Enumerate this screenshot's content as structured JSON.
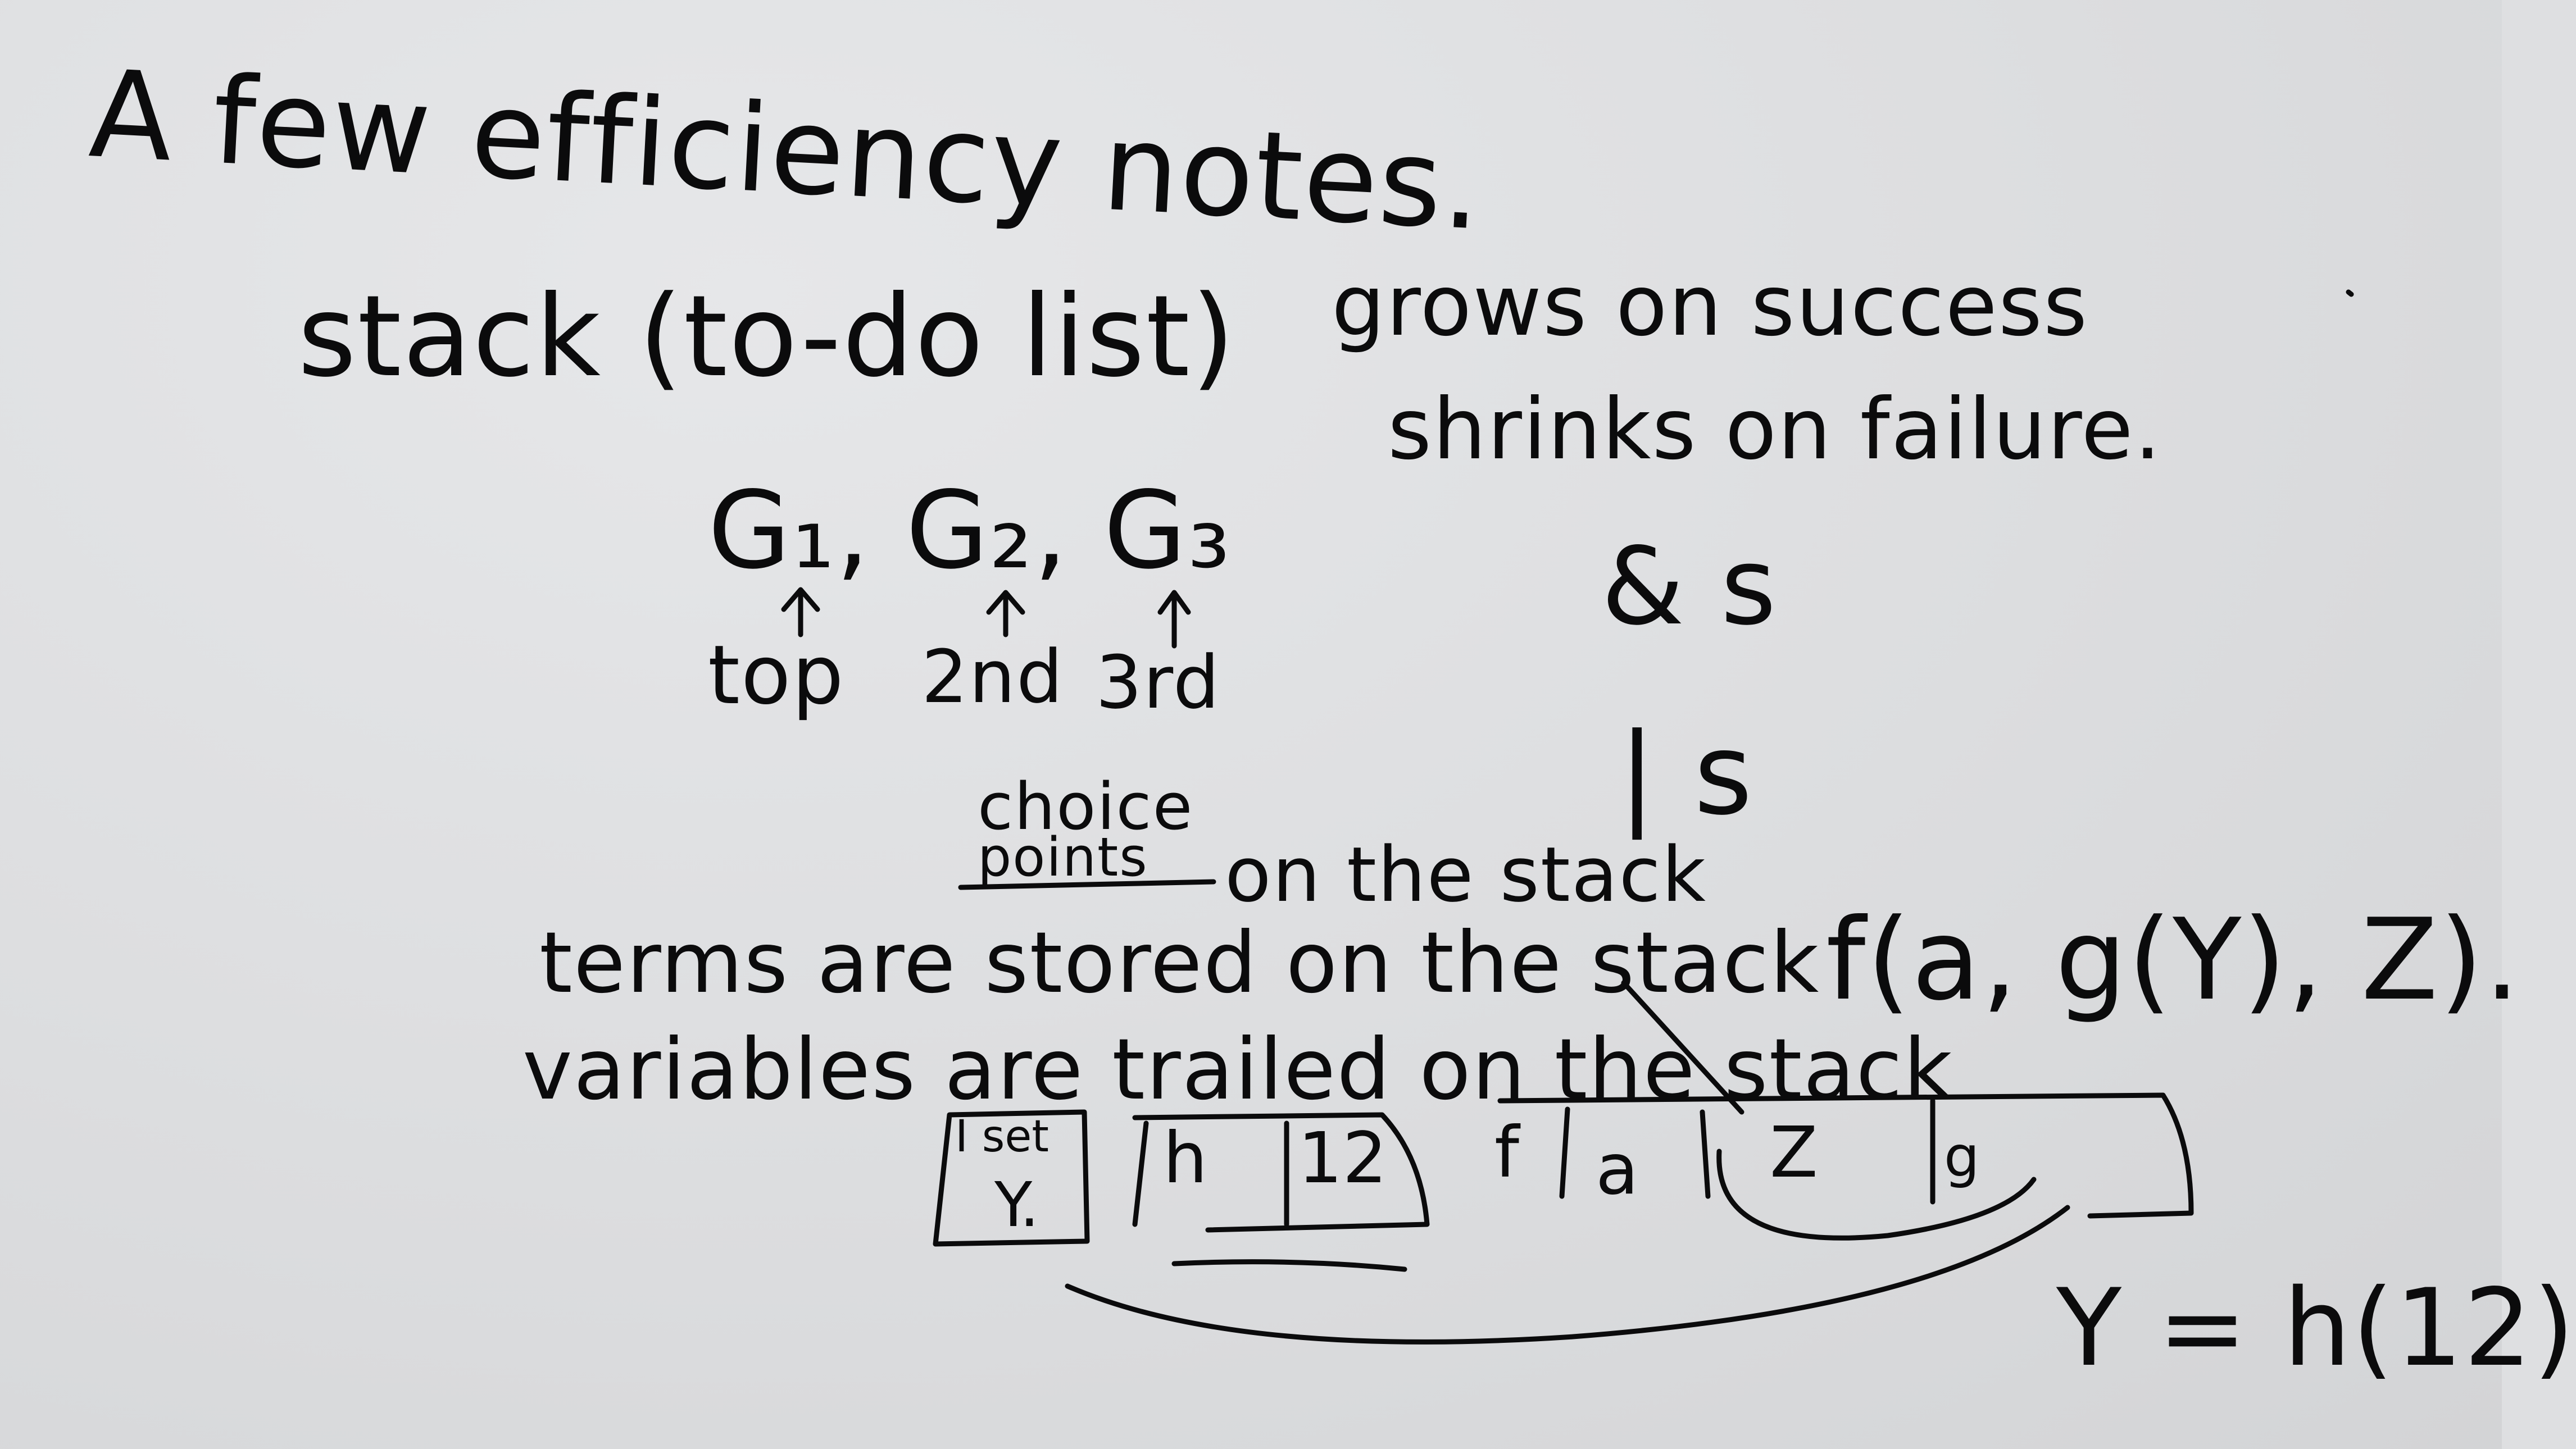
{
  "title": "A few efficiency notes.",
  "stack_label": "stack (to-do list)",
  "stack_growth": {
    "grows": "grows on success",
    "shrinks": "shrinks on failure."
  },
  "goals": {
    "sequence": "G₁, G₂, G₃",
    "labels": [
      "top",
      "2nd",
      "3rd"
    ]
  },
  "conjunction": "& s",
  "disjunction": "| s",
  "choice_points": {
    "word1": "choice",
    "word2": "points",
    "rest": "on the stack"
  },
  "notes": {
    "terms": "terms are stored on the stack",
    "variables": "variables are trailed on the stack"
  },
  "term_example": "f(a, g(Y), Z).",
  "stack_cells": {
    "set_label": "I set",
    "var": "Y.",
    "h": "h",
    "n12": "12",
    "f": "f",
    "a": "a",
    "z": "Z",
    "g": "g"
  },
  "binding": "Y = h(12)",
  "ink_color": "#0b0b0c",
  "board_color": "#dedfe1"
}
